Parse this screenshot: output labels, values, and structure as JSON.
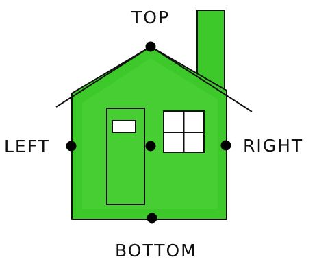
{
  "labels": {
    "top": "TOP",
    "left": "LEFT",
    "right": "RIGHT",
    "bottom": "BOTTOM"
  },
  "colors": {
    "house_fill": "#3ec92a",
    "house_fill_light": "#5fe04a",
    "outline": "#111111",
    "window_fill": "#ffffff",
    "point": "#000000",
    "background": "#ffffff"
  }
}
